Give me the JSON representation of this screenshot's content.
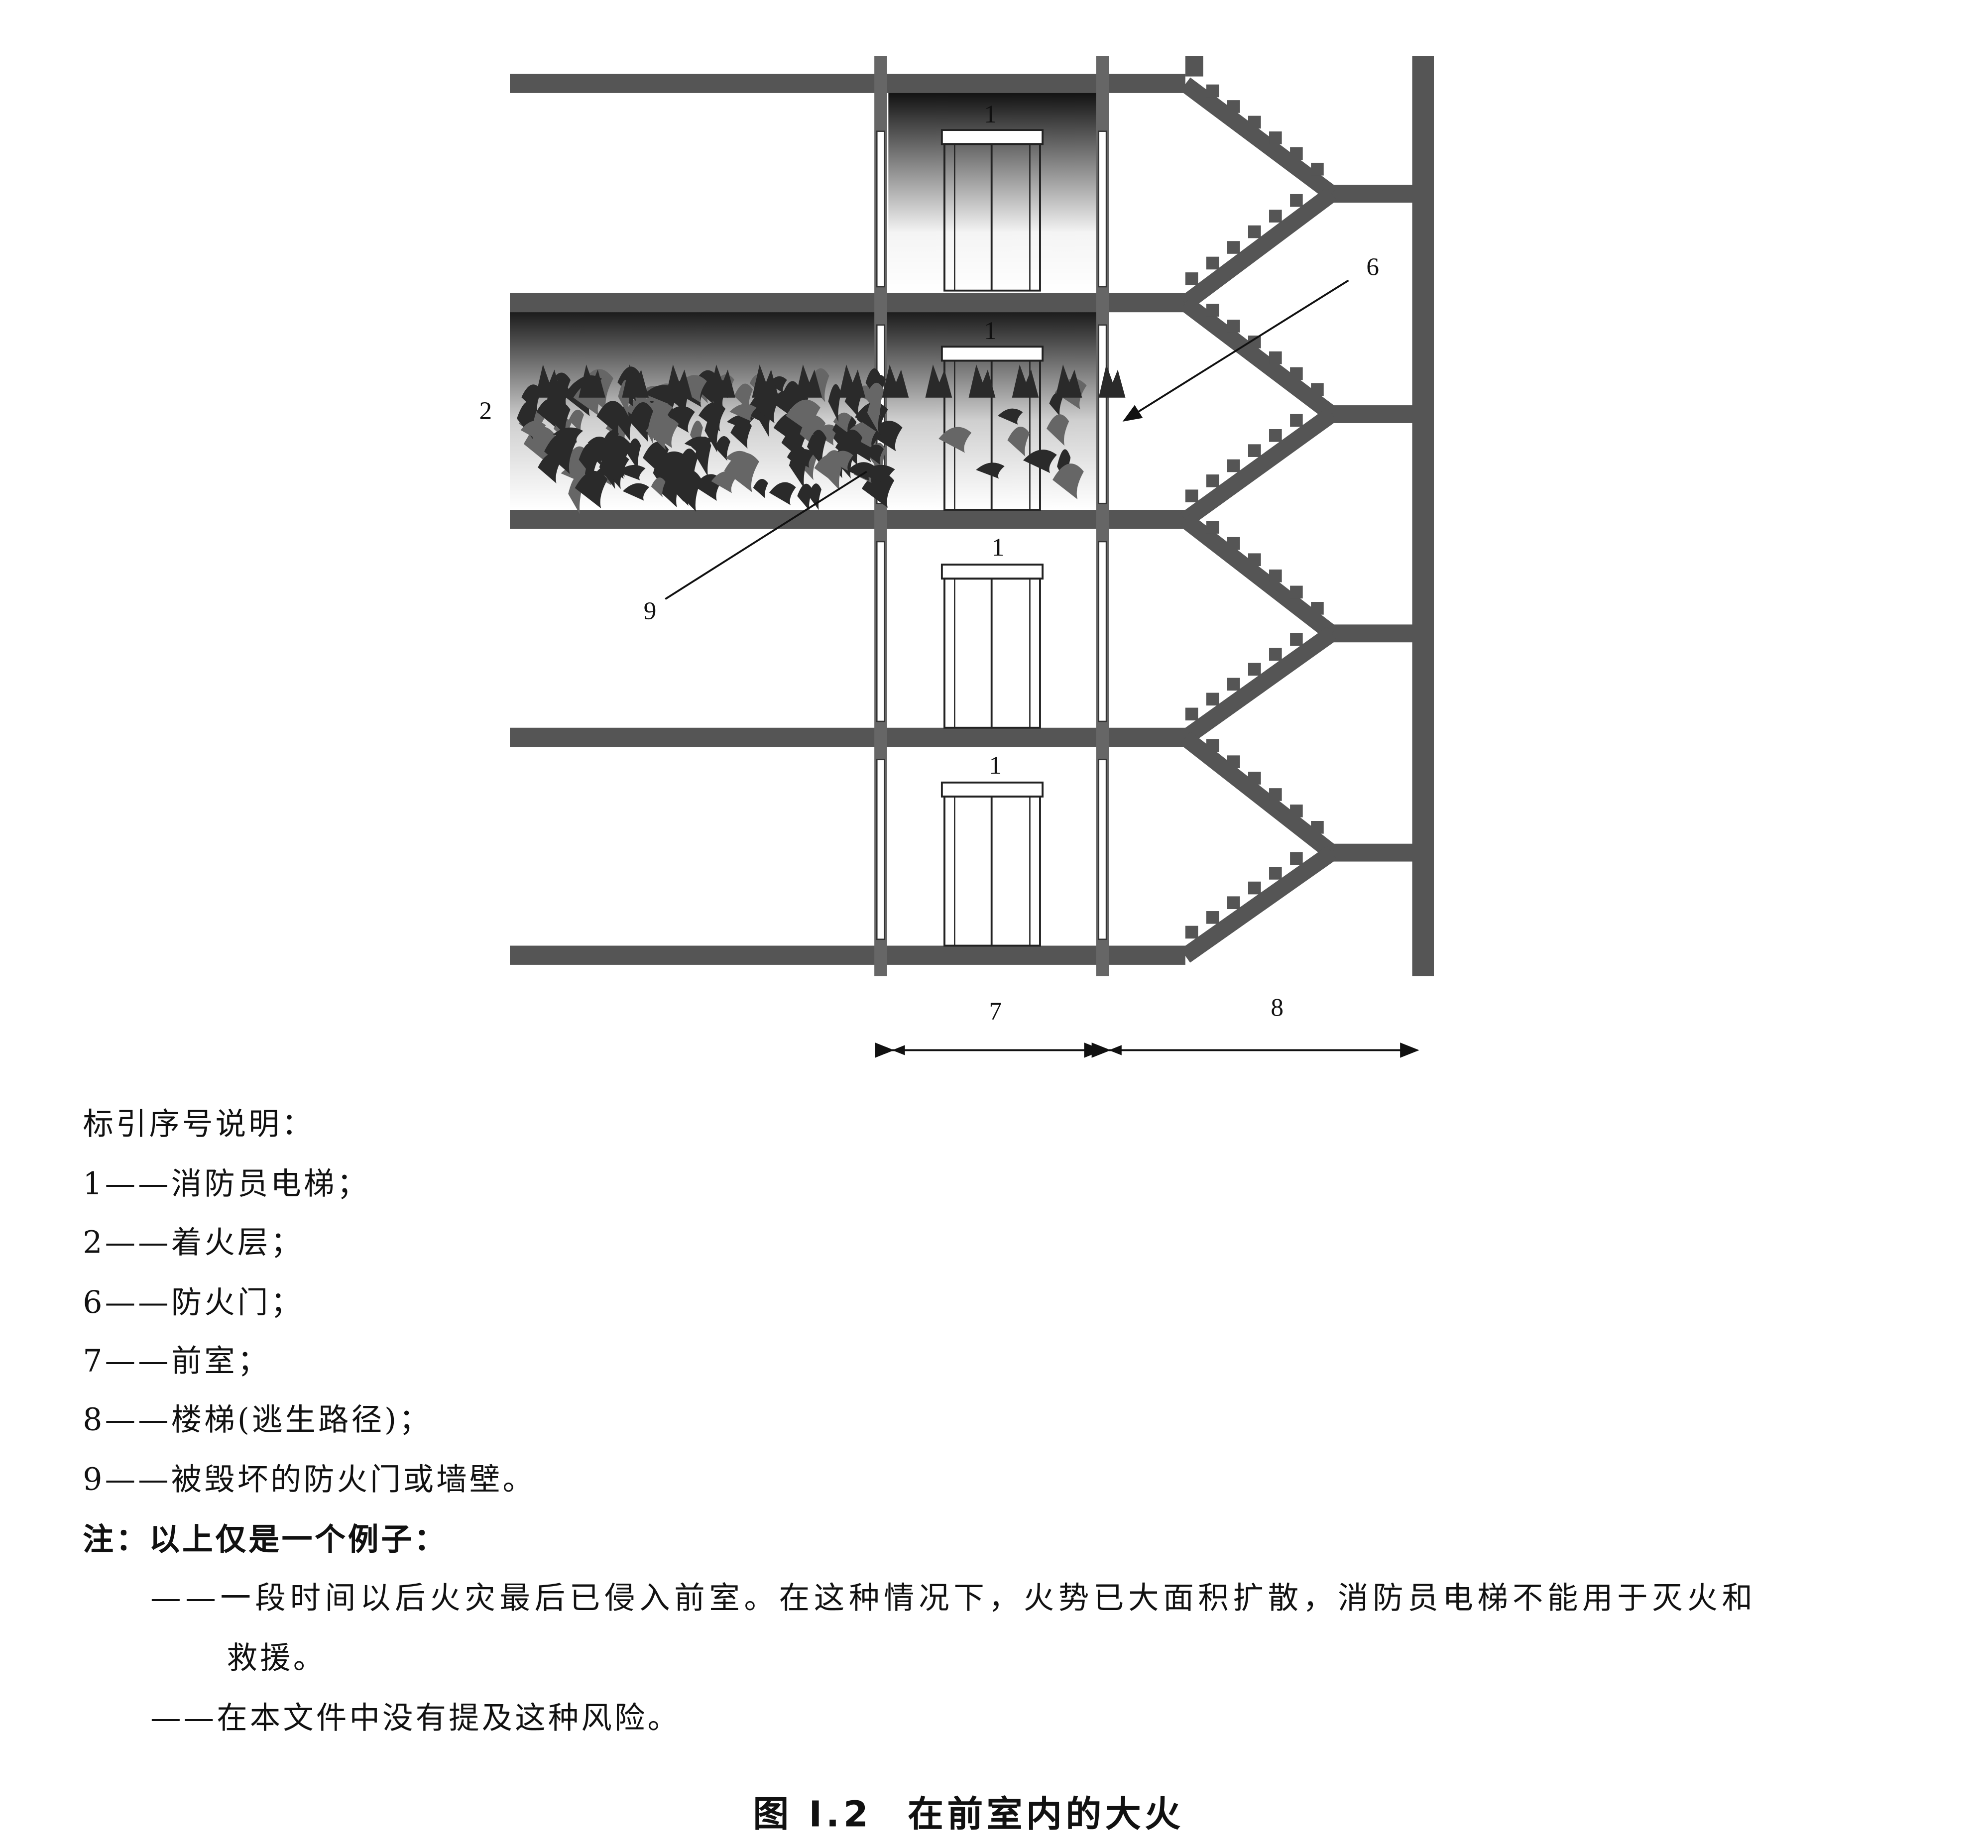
{
  "figure": {
    "labels": {
      "l1a": "1",
      "l1b": "1",
      "l1c": "1",
      "l1d": "1",
      "l2": "2",
      "l6": "6",
      "l7": "7",
      "l8": "8",
      "l9": "9"
    }
  },
  "legend": {
    "heading": "标引序号说明：",
    "items": [
      "1——消防员电梯；",
      "2——着火层；",
      "6——防火门；",
      "7——前室；",
      "8——楼梯(逃生路径)；",
      "9——被毁坏的防火门或墙壁。"
    ]
  },
  "note": {
    "heading": "注：以上仅是一个例子：",
    "lines": [
      "——一段时间以后火灾最后已侵入前室。在这种情况下，火势已大面积扩散，消防员电梯不能用于灭火和",
      "救援。",
      "——在本文件中没有提及这种风险。"
    ]
  },
  "caption": {
    "number": "图 I.2",
    "title": "在前室内的大火"
  },
  "colors": {
    "structure": "#555555",
    "fire": "#2a2a2a"
  }
}
